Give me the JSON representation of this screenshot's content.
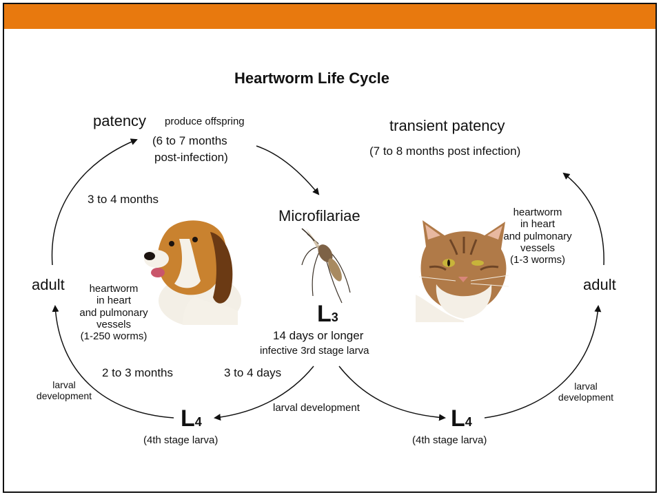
{
  "title": "Heartworm Life Cycle",
  "dog_cycle": {
    "patency": "patency",
    "produce_offspring": "produce offspring",
    "patency_time_1": "(6 to 7 months",
    "patency_time_2": "post-infection)",
    "months_3_4": "3 to 4 months",
    "adult": "adult",
    "adult_note_1": "heartworm",
    "adult_note_2": "in heart",
    "adult_note_3": "and pulmonary",
    "adult_note_4": "vessels",
    "adult_note_5": "(1-250 worms)",
    "months_2_3": "2 to 3 months",
    "larval_dev_1": "larval",
    "larval_dev_2": "development",
    "l4": "L",
    "l4_sub": "4",
    "l4_caption": "(4th stage larva)"
  },
  "center": {
    "microfilariae": "Microfilariae",
    "l3": "L",
    "l3_sub": "3",
    "days_14": "14 days or longer",
    "infective": "infective 3rd stage larva",
    "days_3_4": "3 to 4 days",
    "larval_development": "larval development"
  },
  "cat_cycle": {
    "transient_patency": "transient patency",
    "transient_time": "(7 to 8 months post infection)",
    "note_1": "heartworm",
    "note_2": "in heart",
    "note_3": "and pulmonary",
    "note_4": "vessels",
    "note_5": "(1-3 worms)",
    "adult": "adult",
    "larval_dev_1": "larval",
    "larval_dev_2": "development",
    "l4": "L",
    "l4_sub": "4",
    "l4_caption": "(4th stage larva)"
  },
  "colors": {
    "header_bar": "#e8790e",
    "arrow": "#111111"
  },
  "images": {
    "dog": "beagle-dog-illustration",
    "mosquito": "mosquito-illustration",
    "cat": "tabby-cat-illustration"
  }
}
